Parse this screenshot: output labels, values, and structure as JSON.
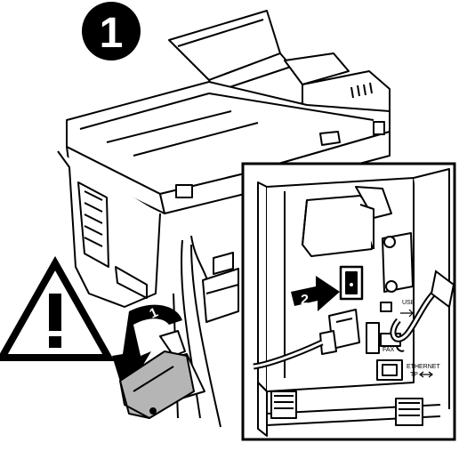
{
  "step": {
    "number": "1"
  },
  "callouts": {
    "arrow_front": "1",
    "arrow_inset": "2"
  },
  "ports": {
    "usb": "USB",
    "fax": "FAX",
    "ethernet": "ETHERNET",
    "tp": "TP"
  },
  "colors": {
    "ink": "#000000",
    "paper": "#ffffff",
    "gray": "#b5b5b5"
  }
}
